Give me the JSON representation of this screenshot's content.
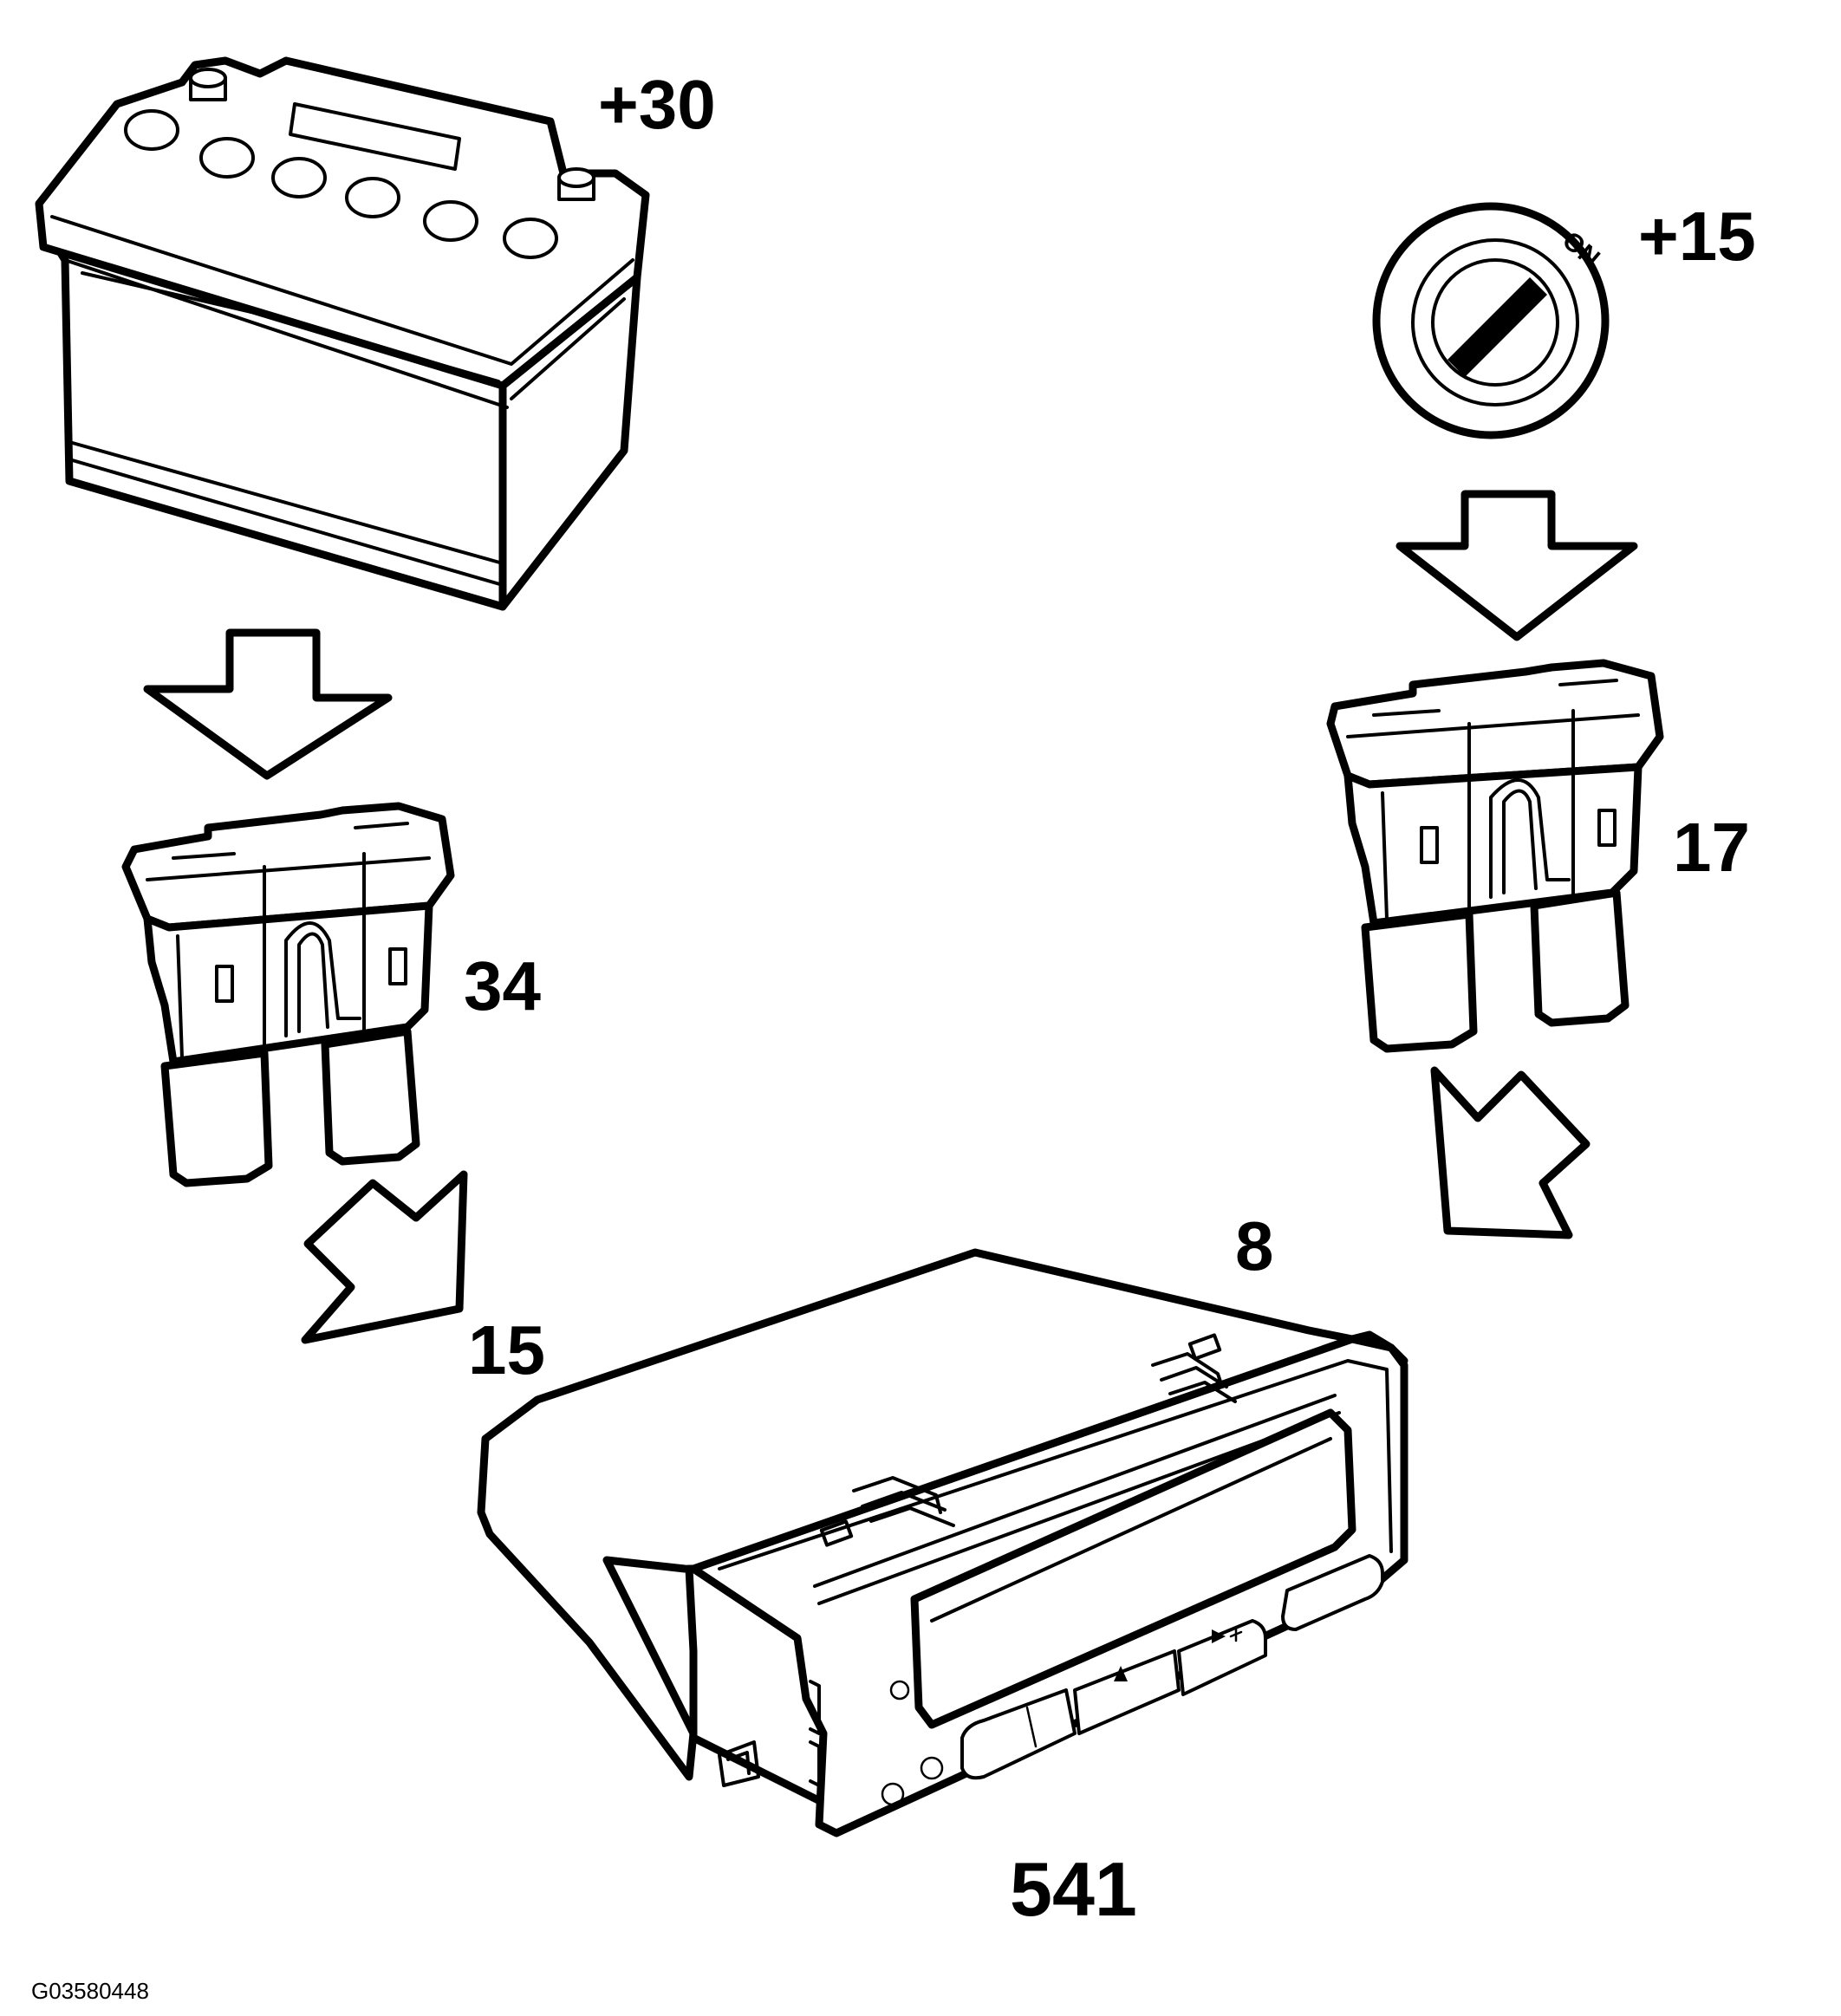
{
  "labels": {
    "battery_terminal": "+30",
    "ignition_terminal": "+15",
    "fuse_left": "34",
    "fuse_right": "17",
    "connection_left": "15",
    "connection_right": "8",
    "unit": "541"
  },
  "ignition_switch_text": "ON",
  "figure_code": "G03580448"
}
